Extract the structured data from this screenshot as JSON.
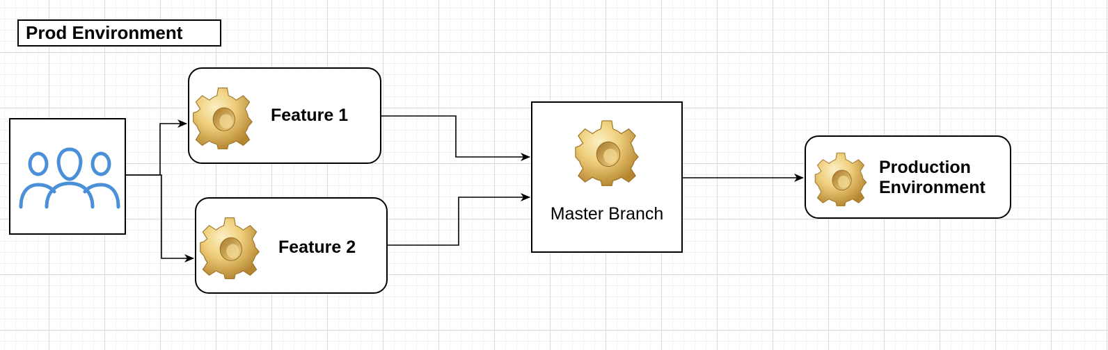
{
  "diagram": {
    "title": "Prod Environment",
    "nodes": {
      "users": {
        "icon": "users-group-icon"
      },
      "feature1": {
        "label": "Feature 1",
        "icon": "gear-icon"
      },
      "feature2": {
        "label": "Feature 2",
        "icon": "gear-icon"
      },
      "master": {
        "label": "Master Branch",
        "icon": "gear-icon"
      },
      "production": {
        "label": "Production Environment",
        "icon": "gear-icon"
      }
    },
    "edges": [
      {
        "from": "users",
        "to": "feature1"
      },
      {
        "from": "users",
        "to": "feature2"
      },
      {
        "from": "feature1",
        "to": "master"
      },
      {
        "from": "feature2",
        "to": "master"
      },
      {
        "from": "master",
        "to": "production"
      }
    ],
    "colors": {
      "gear_light": "#f8e6a8",
      "gear_mid": "#e9c46a",
      "gear_dark": "#b8862e",
      "users_icon": "#4a90d9"
    }
  }
}
